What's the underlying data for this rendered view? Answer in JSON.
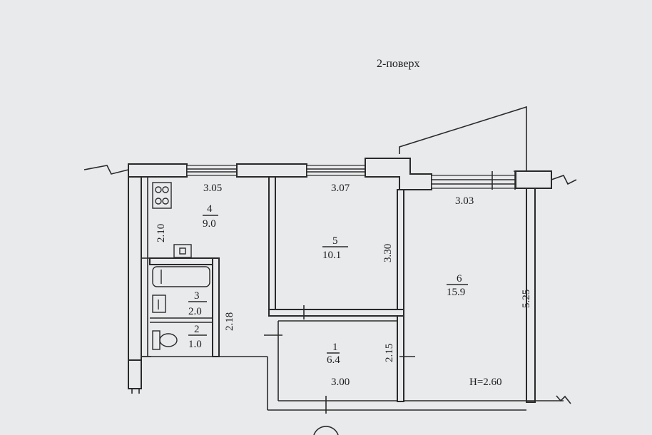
{
  "floor_title": "2-поверх",
  "dimensions": {
    "top_left": "3.05",
    "top_mid": "3.07",
    "top_right": "3.03",
    "kitchen_side": "2.10",
    "room5_side": "3.30",
    "room6_side": "5.25",
    "bath_side": "2.18",
    "hall_side": "2.15",
    "hall_bottom": "3.00"
  },
  "rooms": [
    {
      "number": "4",
      "area": "9.0"
    },
    {
      "number": "5",
      "area": "10.1"
    },
    {
      "number": "6",
      "area": "15.9"
    },
    {
      "number": "3",
      "area": "2.0"
    },
    {
      "number": "2",
      "area": "1.0"
    },
    {
      "number": "1",
      "area": "6.4"
    }
  ],
  "ceiling_height": "H=2.60"
}
